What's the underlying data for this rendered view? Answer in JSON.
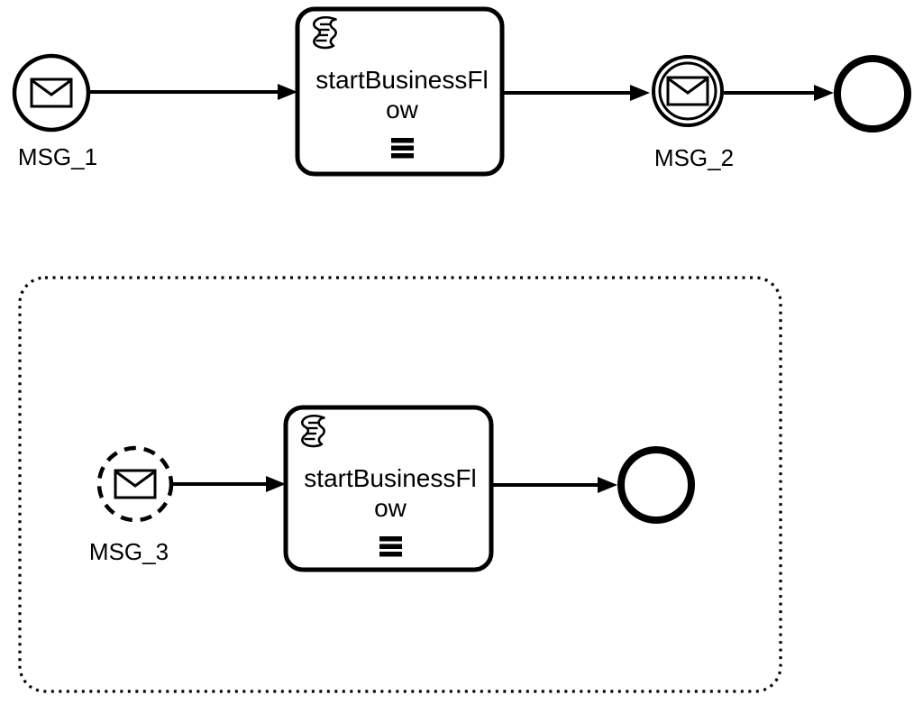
{
  "colors": {
    "ink": "#000000",
    "paper": "#ffffff"
  },
  "diagram": {
    "type": "bpmn-process",
    "main_process": {
      "start_event": {
        "shape": "message-start-event",
        "label": "MSG_1"
      },
      "task": {
        "shape": "script-task",
        "name": "startBusinessFlow",
        "label_lines": [
          "startBusinessFl",
          "ow"
        ],
        "marker": "sequential-multi-instance"
      },
      "intermediate_event": {
        "shape": "message-intermediate-event",
        "label": "MSG_2"
      },
      "end_event": {
        "shape": "end-event"
      }
    },
    "event_subprocess": {
      "shape": "event-subprocess-dotted-container",
      "start_event": {
        "shape": "message-start-event-non-interrupting",
        "label": "MSG_3"
      },
      "task": {
        "shape": "script-task",
        "name": "startBusinessFlow",
        "label_lines": [
          "startBusinessFl",
          "ow"
        ],
        "marker": "sequential-multi-instance"
      },
      "end_event": {
        "shape": "end-event"
      }
    }
  }
}
